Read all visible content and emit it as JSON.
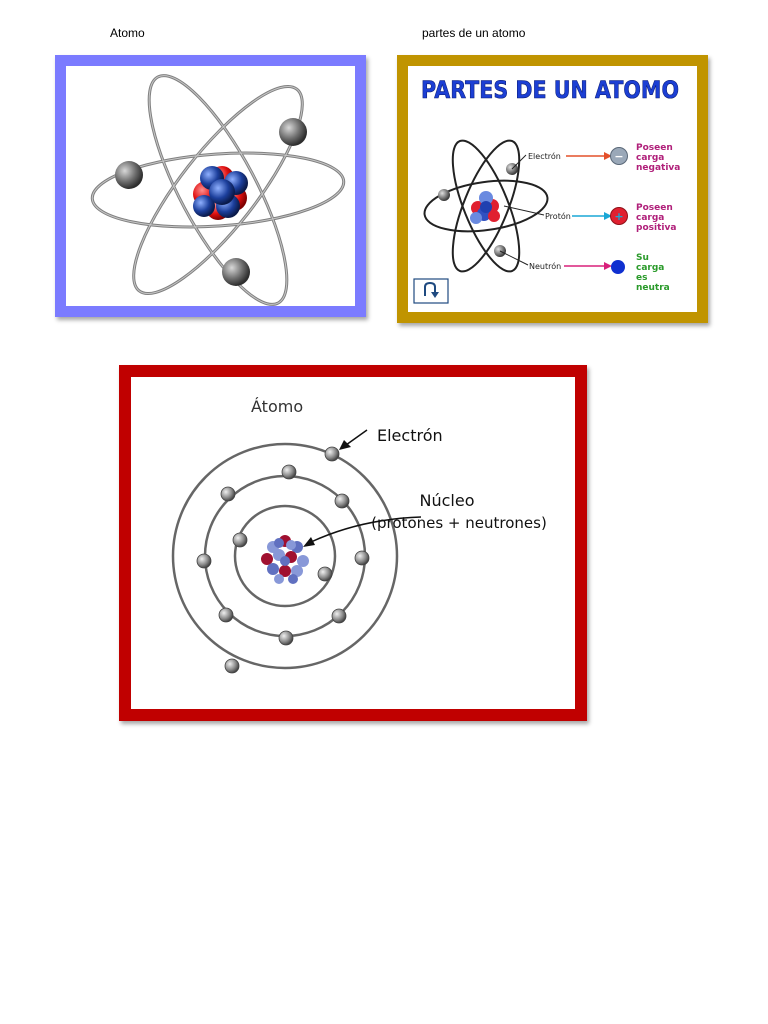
{
  "captions": {
    "left": "Atomo",
    "right": "partes de un atomo"
  },
  "image1": {
    "border_color": "#7b7bff"
  },
  "image2": {
    "border_color": "#c09400",
    "title": "PARTES DE UN ATOMO",
    "title_color": "#1c3fd4",
    "rows": [
      {
        "label": "Electrón",
        "desc_lines": [
          "Poseen",
          "carga",
          "negativa"
        ],
        "arrow_color": "#e4502a",
        "desc_color": "#b0207a",
        "symbol": "−",
        "symbol_fill": "#9aa8b8"
      },
      {
        "label": "Protón",
        "desc_lines": [
          "Poseen",
          "carga",
          "positiva"
        ],
        "arrow_color": "#1aa7d6",
        "desc_color": "#b0207a",
        "symbol": "+",
        "symbol_fill": "#e02030"
      },
      {
        "label": "Neutrón",
        "desc_lines": [
          "Su",
          "carga",
          "es",
          "neutra"
        ],
        "arrow_color": "#d8207a",
        "desc_color": "#2a9a2a",
        "symbol": "",
        "symbol_fill": "#1030d0"
      }
    ],
    "back_icon": "u-turn-arrow-icon"
  },
  "image3": {
    "border_color": "#c00000",
    "title": "Átomo",
    "electron_label": "Electrón",
    "nucleus_label": "Núcleo",
    "nucleus_sub": "(protones + neutrones)"
  }
}
